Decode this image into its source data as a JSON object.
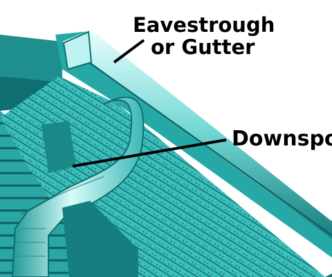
{
  "labels": {
    "gutter_line1": "Eavestrough",
    "gutter_line2": "or Gutter",
    "downspout": "Downspout"
  },
  "colors": {
    "teal_light": "#7fe3df",
    "teal_mid": "#2fb6b3",
    "teal_dark": "#0f6e70",
    "pointer": "#000000"
  }
}
